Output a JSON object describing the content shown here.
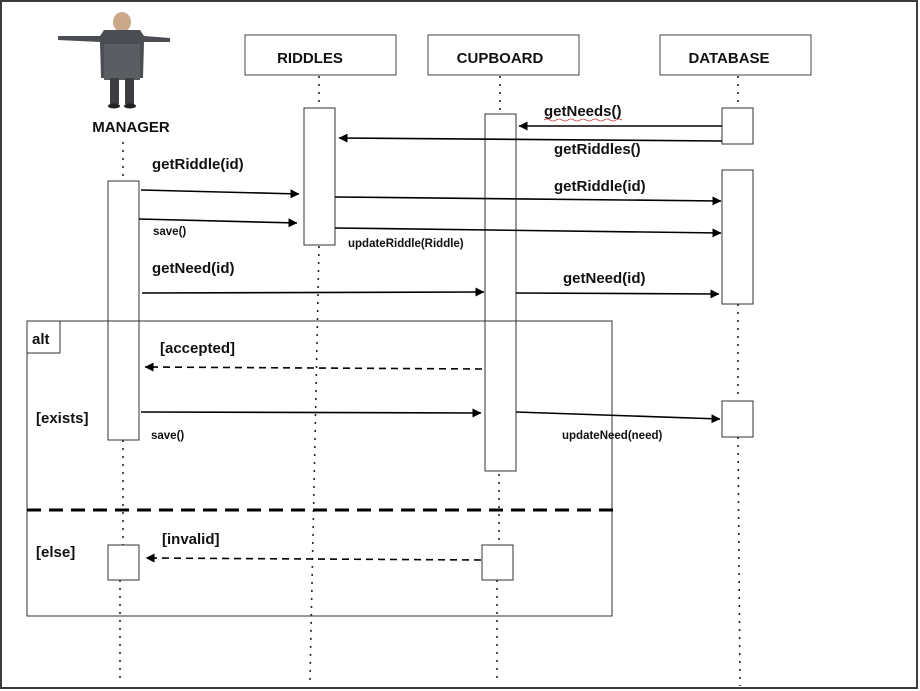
{
  "participants": {
    "manager": "MANAGER",
    "riddles": "RIDDLES",
    "cupboard": "CUPBOARD",
    "database": "DATABASE"
  },
  "messages": {
    "get_needs": "getNeeds()",
    "get_riddles": "getRiddles()",
    "get_riddle_manager": "getRiddle(id)",
    "get_riddle_db": "getRiddle(id)",
    "save_riddle": "save()",
    "update_riddle": "updateRiddle(Riddle)",
    "get_need_manager": "getNeed(id)",
    "get_need_db": "getNeed(id)",
    "save_need": "save()",
    "update_need": "updateNeed(need)"
  },
  "fragment": {
    "operator": "alt",
    "guard_accepted": "[accepted]",
    "guard_exists": "[exists]",
    "guard_else": "[else]",
    "guard_invalid": "[invalid]"
  },
  "colors": {
    "line": "#000000",
    "text": "#111111",
    "frame": "#3c3c3c",
    "figure_suit": "#4a4d52",
    "figure_skin": "#c9a98a"
  }
}
